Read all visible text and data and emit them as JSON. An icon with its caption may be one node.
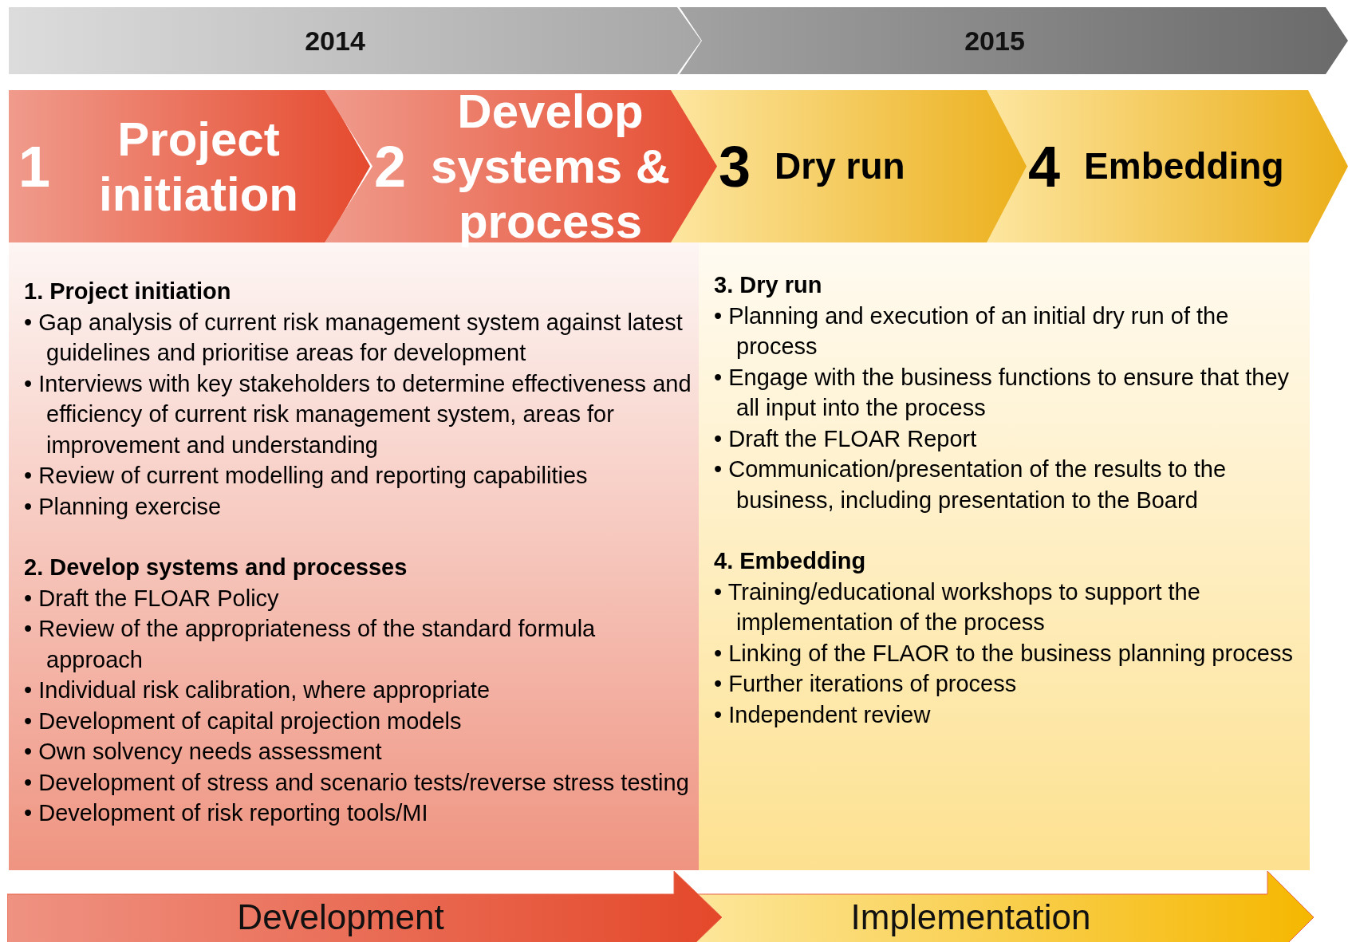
{
  "diagram": {
    "nodes": [
      {
        "text": [
          "2014"
        ]
      },
      {
        "text": [
          "2015"
        ]
      },
      {
        "text": [
          "1",
          "Project initiation"
        ]
      },
      {
        "text": [
          "2",
          "Develop systems & process"
        ]
      },
      {
        "text": [
          "3",
          "Dry run"
        ]
      },
      {
        "text": [
          "4",
          "Embedding"
        ]
      },
      {
        "text": [],
        "shape": "box"
      },
      {
        "text": [
          "1. Project initiation",
          "• Gap analysis of current risk management system against latest guidelines and prioritise areas for development",
          "• Interviews with key stakeholders to determine effectiveness and efficiency of current risk management system, areas for improvement and understanding",
          "• Review of current modelling and reporting capabilities",
          "• Planning exercise"
        ],
        "in": 6
      },
      {
        "text": [
          "2. Develop systems and processes",
          "• Draft the FLOAR Policy",
          "• Review of the appropriateness of the standard formula approach",
          "• Individual risk calibration, where appropriate",
          "• Development of capital projection models",
          "• Own solvency needs assessment",
          "• Development of stress and scenario tests/reverse stress testing",
          "• Development of risk reporting tools/MI"
        ],
        "in": 6
      },
      {
        "text": [],
        "shape": "box"
      },
      {
        "text": [
          "3. Dry run",
          "• Planning and execution of an initial dry run of the process",
          "• Engage with the business functions to ensure that they all input into the process",
          "• Draft the FLOAR Report",
          "• Communication/presentation of the results to the business, including presentation to the Board"
        ],
        "in": 9
      },
      {
        "text": [
          "4. Embedding",
          "• Training/educational workshops to support the implementation of the process",
          "• Linking of the FLAOR to the business planning process",
          "• Further iterations of process",
          "• Independent review"
        ],
        "in": 9
      },
      {
        "text": [
          "Development"
        ]
      },
      {
        "text": [
          "Implementation"
        ]
      }
    ],
    "edges": []
  }
}
